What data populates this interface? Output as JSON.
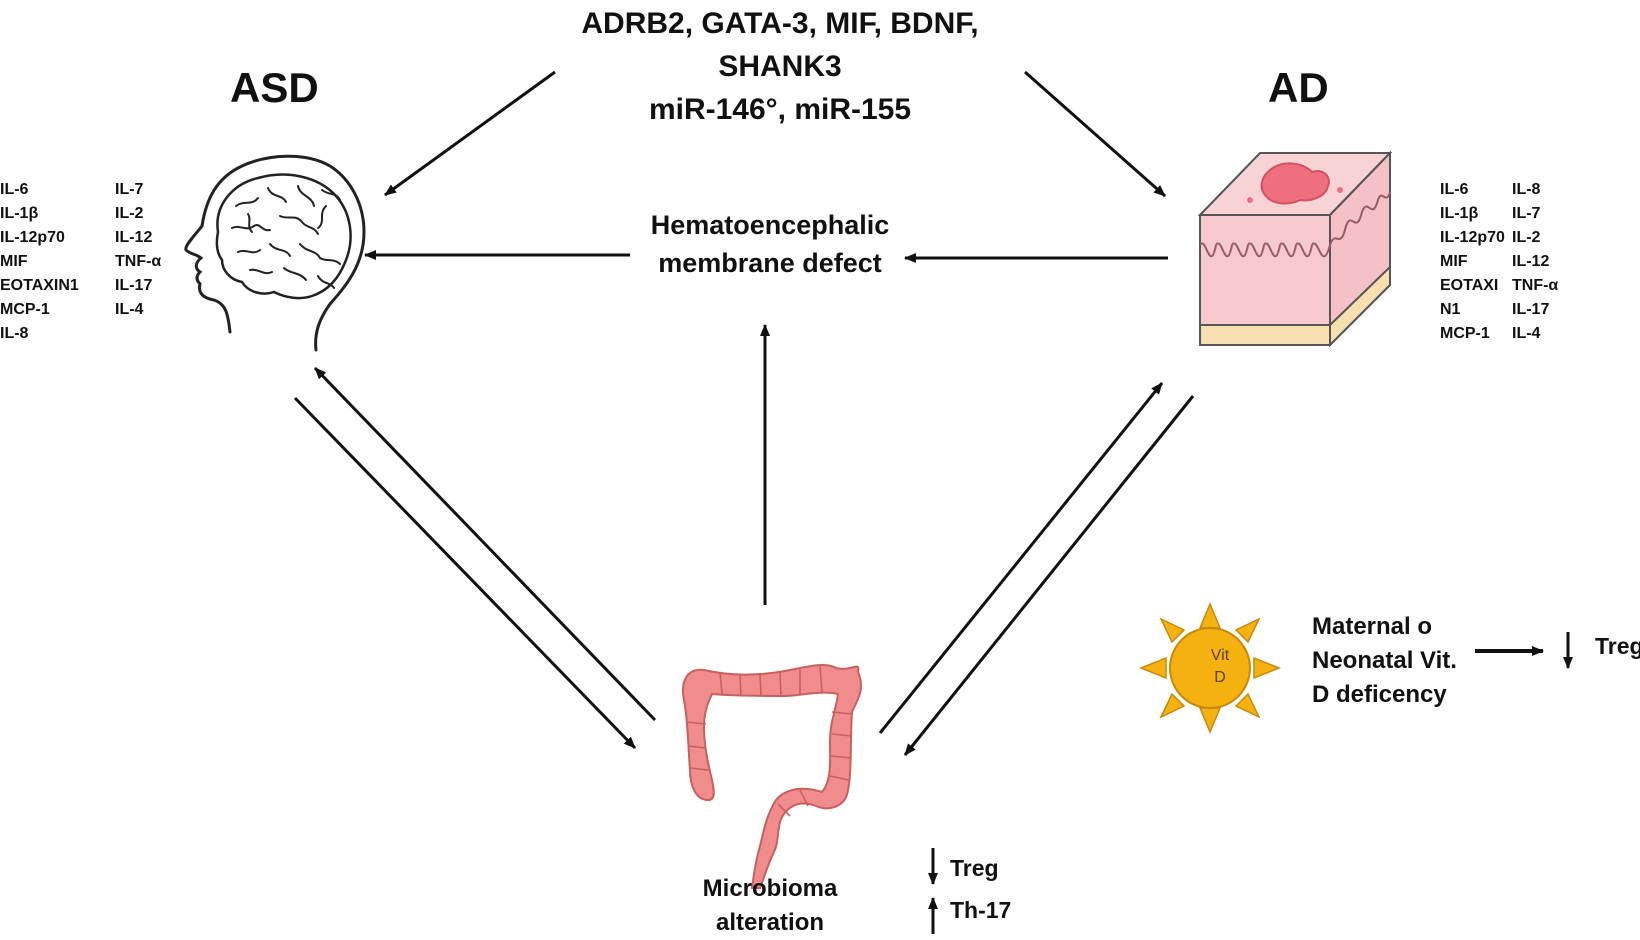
{
  "genes": {
    "line1": "ADRB2, GATA-3, MIF, BDNF,",
    "line2": "SHANK3",
    "line3": "miR-146°, miR-155"
  },
  "asd": {
    "title": "ASD",
    "cytokines_col1": [
      "IL-6",
      "IL-1β",
      "IL-12p70",
      "MIF",
      "EOTAXIN1",
      "MCP-1",
      "IL-8"
    ],
    "cytokines_col2": [
      "IL-7",
      "IL-2",
      "IL-12",
      "TNF-α",
      "IL-17",
      "IL-4"
    ]
  },
  "ad": {
    "title": "AD",
    "cytokines_col1": [
      "IL-6",
      "IL-1β",
      "IL-12p70",
      "MIF",
      "EOTAXI",
      "N1",
      "MCP-1"
    ],
    "cytokines_col2": [
      "IL-8",
      "IL-7",
      "IL-2",
      "IL-12",
      "TNF-α",
      "IL-17",
      "IL-4"
    ]
  },
  "barrier": {
    "line1": "Hematoencephalic",
    "line2": "membrane defect"
  },
  "microbiome": {
    "line1": "Microbioma",
    "line2": "alteration",
    "treg": "Treg",
    "th17": "Th-17"
  },
  "vitamin_d": {
    "sun_line1": "Vit",
    "sun_line2": "D",
    "line1": "Maternal o",
    "line2": "Neonatal Vit.",
    "line3": "D deficency",
    "result": "Treg"
  },
  "colors": {
    "sun_body": "#f5b10f",
    "sun_outline": "#c8890a",
    "colon": "#f08c8c",
    "colon_outline": "#c96060",
    "skin_top": "#f7d3d6",
    "skin_side": "#f4c2c6",
    "lesion": "#ef6f7f",
    "fat": "#f7dfb0",
    "arrow": "#111111"
  },
  "icons": {
    "brain": "head-brain-icon",
    "skin": "skin-block-icon",
    "gut": "colon-icon",
    "sun": "sun-icon"
  }
}
